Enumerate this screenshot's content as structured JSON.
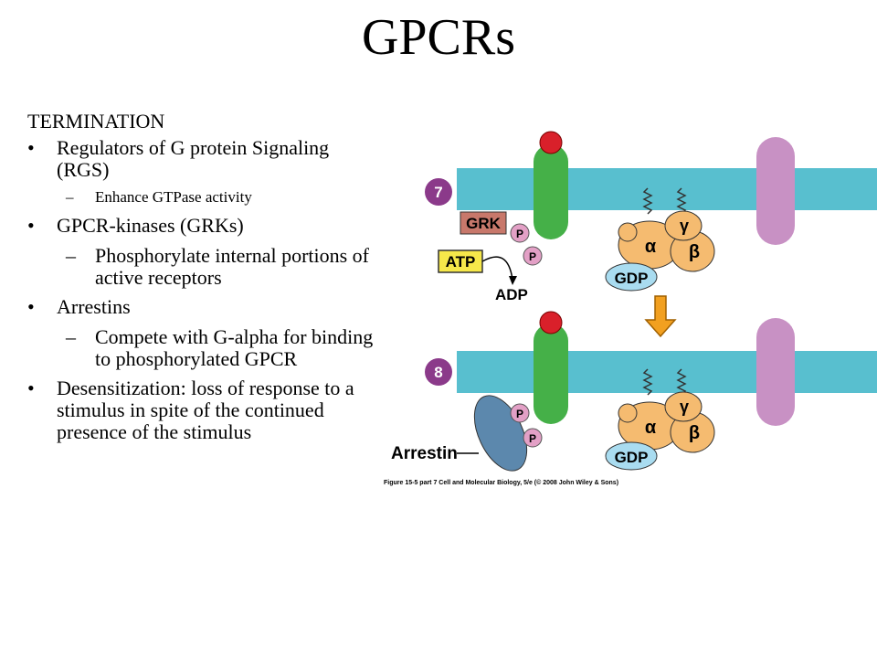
{
  "slide": {
    "title": "GPCRs",
    "section_heading": "TERMINATION",
    "bullets": [
      {
        "text": "Regulators of G protein Signaling (RGS)",
        "sub": [
          "Enhance GTPase activity"
        ]
      },
      {
        "text": "GPCR-kinases (GRKs)",
        "sub": [
          "Phosphorylate internal portions of active receptors"
        ]
      },
      {
        "text": "Arrestins",
        "sub": [
          "Compete with G-alpha for binding to phosphorylated GPCR"
        ]
      },
      {
        "text": "Desensitization: loss of response to a stimulus in spite of the continued presence of the stimulus",
        "sub": []
      }
    ]
  },
  "figure": {
    "step_top": "7",
    "step_bottom": "8",
    "grk": "GRK",
    "atp": "ATP",
    "adp": "ADP",
    "p": "P",
    "alpha": "α",
    "beta": "β",
    "gamma": "γ",
    "gdp": "GDP",
    "arrestin": "Arrestin",
    "caption": "Figure 15-5 part 7  Cell and Molecular Biology, 5/e (© 2008 John Wiley & Sons)",
    "colors": {
      "membrane": "#58bfcf",
      "receptor": "#45b048",
      "ligand": "#d9202a",
      "other_receptor": "#c891c4",
      "g_protein": "#f5bb70",
      "gdp": "#a9dcf0",
      "phosphate": "#e3a0c6",
      "grk": "#c8786b",
      "atp": "#f6e84a",
      "arrestin": "#5c88ad",
      "step_badge": "#8b3a8a",
      "arrow": "#f2a020"
    }
  }
}
